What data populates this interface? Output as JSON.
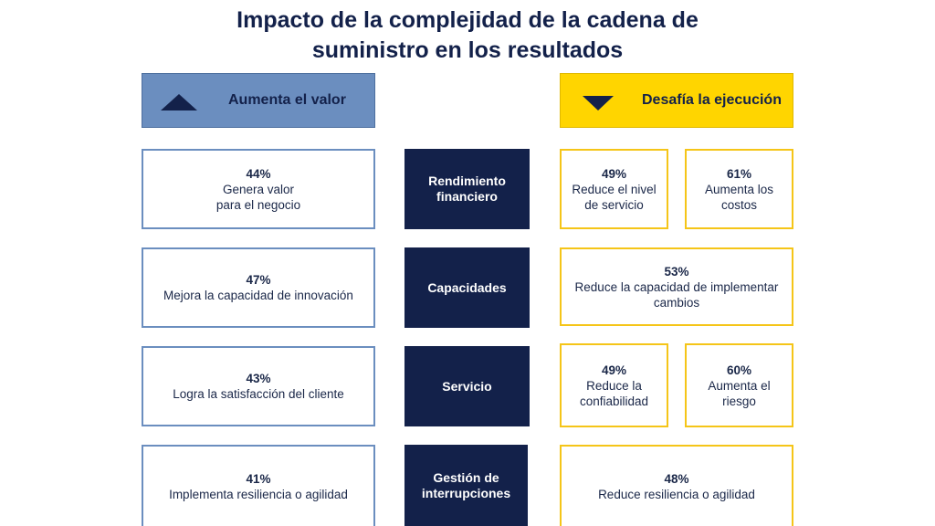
{
  "title": {
    "line1": "Impacto de la complejidad de la cadena de",
    "line2": "suministro en los resultados"
  },
  "headers": {
    "left": {
      "label": "Aumenta el valor",
      "icon": "triangle-up-icon",
      "color": "#6b8ebf"
    },
    "right": {
      "label": "Desafía la ejecución",
      "icon": "triangle-down-icon",
      "color": "#ffd500"
    }
  },
  "rows": [
    {
      "category": "Rendimiento\nfinanciero",
      "value": {
        "pct": "44%",
        "text": "Genera valor\npara el negocio"
      },
      "challenges": [
        {
          "pct": "49%",
          "text": "Reduce el nivel\nde servicio"
        },
        {
          "pct": "61%",
          "text": "Aumenta los\ncostos"
        }
      ]
    },
    {
      "category": "Capacidades",
      "value": {
        "pct": "47%",
        "text": "Mejora la capacidad de innovación"
      },
      "challenges": [
        {
          "pct": "53%",
          "text": "Reduce la capacidad de implementar\ncambios"
        }
      ]
    },
    {
      "category": "Servicio",
      "value": {
        "pct": "43%",
        "text": "Logra la satisfacción del cliente"
      },
      "challenges": [
        {
          "pct": "49%",
          "text": "Reduce la\nconfiabilidad"
        },
        {
          "pct": "60%",
          "text": "Aumenta el\nriesgo"
        }
      ]
    },
    {
      "category": "Gestión de\ninterrupciones",
      "value": {
        "pct": "41%",
        "text": "Implementa resiliencia o agilidad"
      },
      "challenges": [
        {
          "pct": "48%",
          "text": "Reduce resiliencia o agilidad"
        }
      ]
    }
  ],
  "colors": {
    "navy": "#13214a",
    "blue": "#6b8ebf",
    "yellow": "#ffd500"
  }
}
